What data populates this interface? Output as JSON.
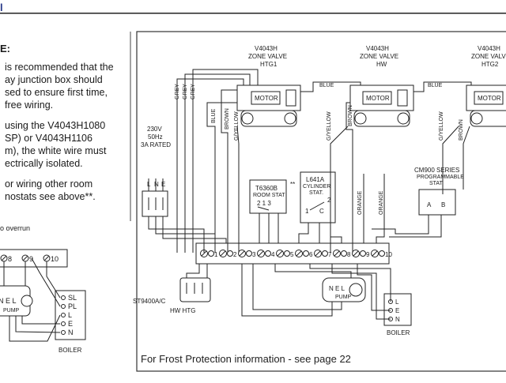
{
  "header_mark": "l",
  "note": {
    "title": "E:",
    "lines": [
      "is recommended that the",
      "ay junction box should",
      "sed to ensure first time,",
      "free wiring.",
      "using the V4043H1080",
      "SP) or V4043H1106",
      "m), the white wire must",
      "ectrically isolated.",
      "or wiring other room",
      "nostats see above**."
    ]
  },
  "left_diagram": {
    "caption": "o overrun",
    "terminal_numbers": [
      "8",
      "9",
      "10"
    ],
    "pump_letters": "N E L",
    "pump_label": "PUMP",
    "boiler_terminals": [
      "SL",
      "PL",
      "L",
      "E",
      "N"
    ],
    "boiler_label": "BOILER"
  },
  "zone_valves": [
    {
      "model": "V4043H",
      "type": "ZONE VALVE",
      "name": "HTG1",
      "motor": "MOTOR"
    },
    {
      "model": "V4043H",
      "type": "ZONE VALVE",
      "name": "HW",
      "motor": "MOTOR"
    },
    {
      "model": "V4043H",
      "type": "ZONE VALVE",
      "name": "HTG2",
      "motor": "MOTOR"
    }
  ],
  "wire_labels": {
    "grey": "GREY",
    "blue": "BLUE",
    "brown": "BROWN",
    "gyellow": "G/YELLOW",
    "orange": "ORANGE"
  },
  "supply": {
    "lines": [
      "230V",
      "50Hz",
      "3A RATED"
    ],
    "terminals": [
      "L",
      "N",
      "E"
    ]
  },
  "room_stat": {
    "model": "T6360B",
    "label": "ROOM STAT",
    "terminals": "2  1  3"
  },
  "cyl_stat": {
    "prefix": "**",
    "model": "L641A",
    "label_lines": [
      "CYLINDER",
      "STAT."
    ],
    "terminals": [
      "1",
      "C",
      "2"
    ]
  },
  "programmer": {
    "label_lines": [
      "CM900 SERIES",
      "PROGRAMMABLE",
      "STAT."
    ],
    "terminals": [
      "A",
      "B"
    ]
  },
  "junction_box": {
    "terminals": [
      "1",
      "2",
      "3",
      "4",
      "5",
      "6",
      "7",
      "8",
      "9",
      "10"
    ]
  },
  "st9400": {
    "label": "ST9400A/C",
    "terminal_labels": "HW HTG"
  },
  "pump": {
    "letters": "N E L",
    "label": "PUMP"
  },
  "boiler": {
    "terminals": [
      "L",
      "E",
      "N"
    ],
    "label": "BOILER"
  },
  "footer": "For Frost Protection information - see page 22"
}
